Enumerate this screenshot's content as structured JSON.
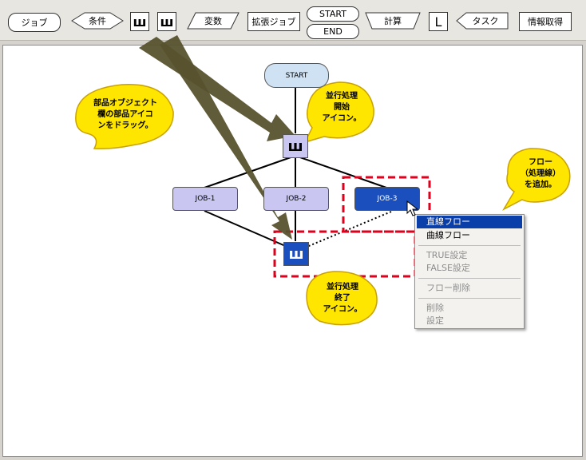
{
  "toolbar": {
    "job": "ジョブ",
    "condition": "条件",
    "parallel_start_icon": "ш",
    "parallel_end_icon": "ш",
    "variable": "変数",
    "extended_job": "拡張ジョブ",
    "start": "START",
    "end": "END",
    "calc": "計算",
    "loop_icon": "L",
    "task": "タスク",
    "info_get": "情報取得"
  },
  "canvas": {
    "start_node": "START",
    "job1": "JOB-1",
    "job2": "JOB-2",
    "job3": "JOB-3"
  },
  "callouts": {
    "drag": "部品オブジェクト\n欄の部品アイコ\nンをドラッグ。",
    "parallel_start": "並行処理\n開始\nアイコン。",
    "parallel_end": "並行処理\n終了\nアイコン。",
    "flow_add": "フロー\n（処理線）\nを追加。"
  },
  "context_menu": {
    "straight_flow": "直線フロー",
    "curved_flow": "曲線フロー",
    "true_setting": "TRUE設定",
    "false_setting": "FALSE設定",
    "flow_delete": "フロー削除",
    "delete": "削除",
    "settings": "設定"
  },
  "colors": {
    "callout_fill": "#ffe600",
    "node_light_blue": "#cfe2f3",
    "node_lavender": "#c9c7f2",
    "node_selected": "#1a4fbd",
    "dashed_red": "#e0001b",
    "arrow_olive": "#5a5530"
  }
}
